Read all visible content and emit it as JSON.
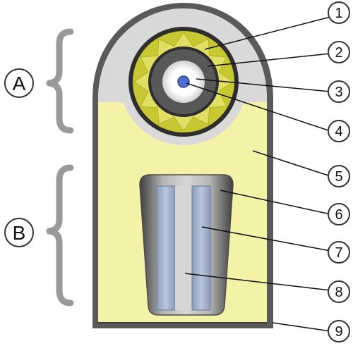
{
  "group_labels": {
    "a": "A",
    "b": "B"
  },
  "callouts": [
    "1",
    "2",
    "3",
    "4",
    "5",
    "6",
    "7",
    "8",
    "9"
  ],
  "colors": {
    "outline": "#3d3d3d",
    "casing": "#5a5a5a",
    "fill_yellow": "#f4f2a6",
    "top_grey": "#d9d9d9",
    "gear_yellow": "#c8c832",
    "gear_star": "#e1df63",
    "ring_dark": "#585858",
    "core_blue": "#4f6fd0",
    "tube_blue": "#a8b8d2",
    "brace_grey": "#9a9a9a"
  }
}
